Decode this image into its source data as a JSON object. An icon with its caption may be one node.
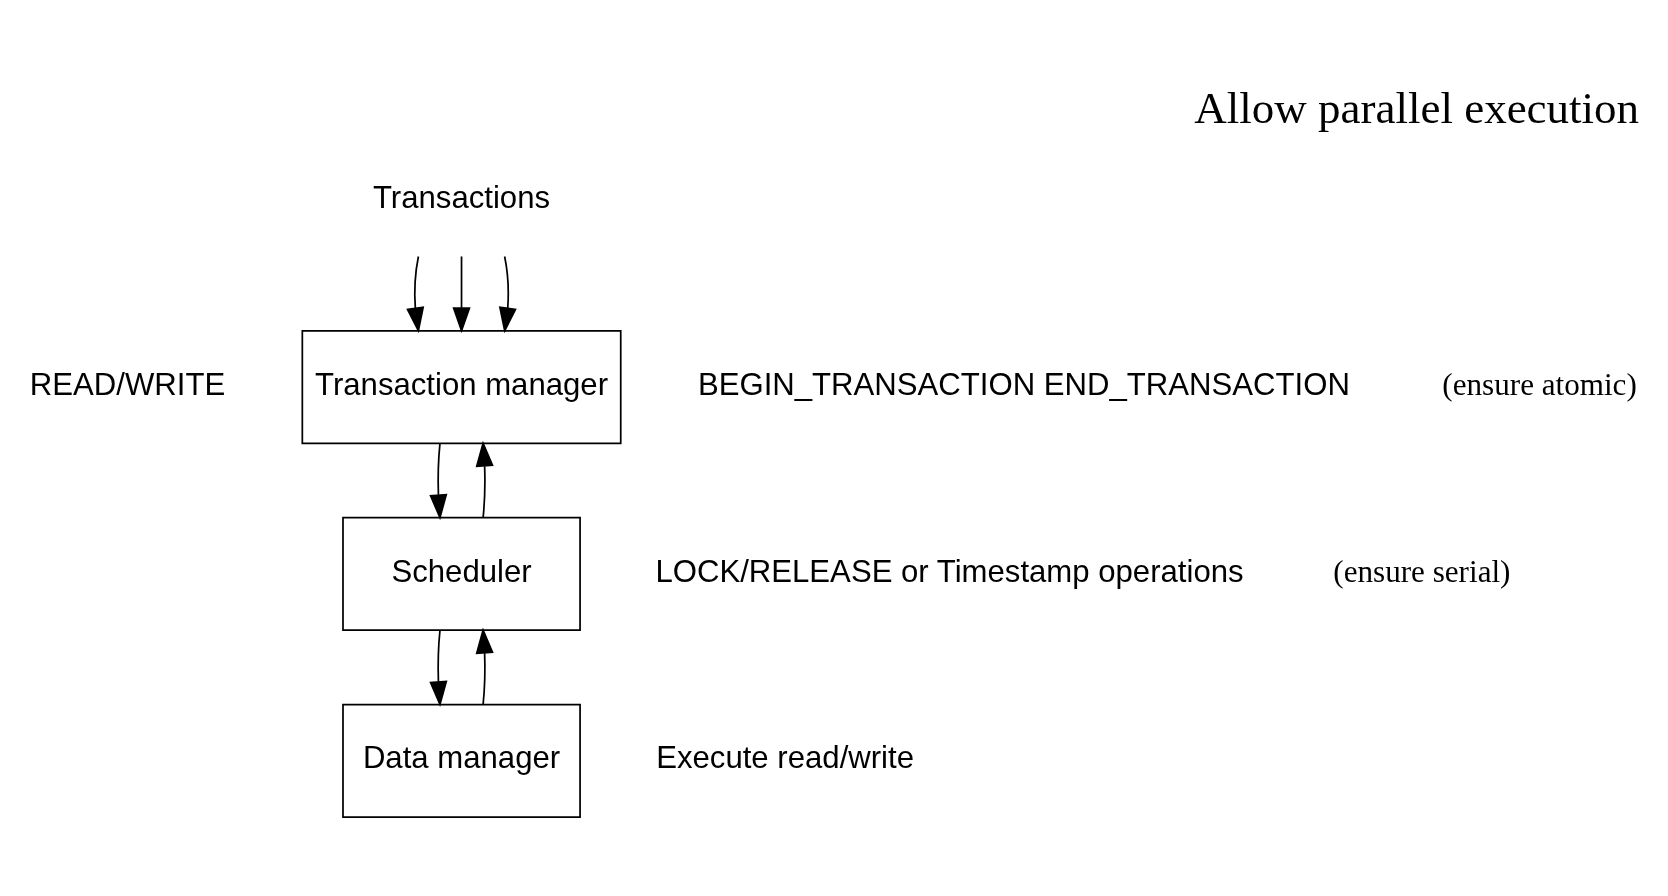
{
  "diagram": {
    "title": "Allow parallel execution",
    "nodes": [
      {
        "text": [
          "Transactions"
        ]
      },
      {
        "text": [
          "Transaction manager"
        ]
      },
      {
        "text": [
          "Scheduler"
        ]
      },
      {
        "text": [
          "Data manager"
        ]
      }
    ],
    "edges": [
      {
        "from": 0,
        "to": 1,
        "arrow": "to"
      },
      {
        "from": 0,
        "to": 1,
        "arrow": "to"
      },
      {
        "from": 0,
        "to": 1,
        "arrow": "to"
      },
      {
        "from": 1,
        "to": 2,
        "arrow": "to"
      },
      {
        "from": 2,
        "to": 1,
        "arrow": "to"
      },
      {
        "from": 2,
        "to": 3,
        "arrow": "to"
      },
      {
        "from": 3,
        "to": 2,
        "arrow": "to"
      }
    ],
    "labels": [
      "READ/WRITE",
      "BEGIN_TRANSACTION END_TRANSACTION",
      "(ensure atomic)",
      "LOCK/RELEASE or Timestamp operations",
      "(ensure serial)",
      "Execute read/write"
    ]
  }
}
